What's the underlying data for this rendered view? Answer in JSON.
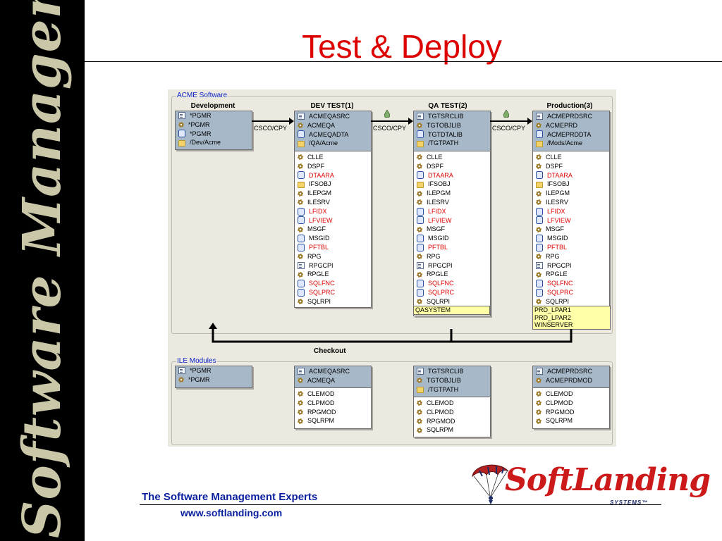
{
  "sidebar": {
    "vertical_text": "Software Management"
  },
  "slide": {
    "title": "Test & Deploy"
  },
  "acme": {
    "group_title": "ACME Software",
    "columns": [
      "Development",
      "DEV TEST(1)",
      "QA TEST(2)",
      "Production(3)"
    ],
    "development": {
      "items": [
        {
          "icon": "doc-icon",
          "label": "*PGMR"
        },
        {
          "icon": "gear-icon",
          "label": "*PGMR"
        },
        {
          "icon": "db-icon",
          "label": "*PGMR"
        },
        {
          "icon": "folder-icon",
          "label": "/Dev/Acme"
        }
      ]
    },
    "devtest": {
      "header": [
        {
          "icon": "doc-icon",
          "label": "ACMEQASRC"
        },
        {
          "icon": "gear-icon",
          "label": "ACMEQA"
        },
        {
          "icon": "db-icon",
          "label": "ACMEQADTA"
        },
        {
          "icon": "folder-icon",
          "label": "/QA/Acme"
        }
      ],
      "types": [
        {
          "icon": "gear-icon",
          "label": "CLLE",
          "red": false
        },
        {
          "icon": "gear-icon",
          "label": "DSPF",
          "red": false
        },
        {
          "icon": "db-icon",
          "label": "DTAARA",
          "red": true
        },
        {
          "icon": "folder-icon",
          "label": "IFSOBJ",
          "red": false
        },
        {
          "icon": "gear-icon",
          "label": "ILEPGM",
          "red": false
        },
        {
          "icon": "gear-icon",
          "label": "ILESRV",
          "red": false
        },
        {
          "icon": "db-icon",
          "label": "LFIDX",
          "red": true
        },
        {
          "icon": "db-icon",
          "label": "LFVIEW",
          "red": true
        },
        {
          "icon": "gear-icon",
          "label": "MSGF",
          "red": false
        },
        {
          "icon": "db-icon",
          "label": "MSGID",
          "red": false
        },
        {
          "icon": "db-icon",
          "label": "PFTBL",
          "red": true
        },
        {
          "icon": "gear-icon",
          "label": "RPG",
          "red": false
        },
        {
          "icon": "doc-icon",
          "label": "RPGCPI",
          "red": false
        },
        {
          "icon": "gear-icon",
          "label": "RPGLE",
          "red": false
        },
        {
          "icon": "db-icon",
          "label": "SQLFNC",
          "red": true
        },
        {
          "icon": "db-icon",
          "label": "SQLPRC",
          "red": true
        },
        {
          "icon": "gear-icon",
          "label": "SQLRPI",
          "red": false
        }
      ]
    },
    "qatest": {
      "header": [
        {
          "icon": "doc-icon",
          "label": "TGTSRCLIB"
        },
        {
          "icon": "gear-icon",
          "label": "TGTOBJLIB"
        },
        {
          "icon": "db-icon",
          "label": "TGTDTALIB"
        },
        {
          "icon": "folder-icon",
          "label": "/TGTPATH"
        }
      ],
      "types": [
        {
          "icon": "gear-icon",
          "label": "CLLE",
          "red": false
        },
        {
          "icon": "gear-icon",
          "label": "DSPF",
          "red": false
        },
        {
          "icon": "db-icon",
          "label": "DTAARA",
          "red": true
        },
        {
          "icon": "folder-icon",
          "label": "IFSOBJ",
          "red": false
        },
        {
          "icon": "gear-icon",
          "label": "ILEPGM",
          "red": false
        },
        {
          "icon": "gear-icon",
          "label": "ILESRV",
          "red": false
        },
        {
          "icon": "db-icon",
          "label": "LFIDX",
          "red": true
        },
        {
          "icon": "db-icon",
          "label": "LFVIEW",
          "red": true
        },
        {
          "icon": "gear-icon",
          "label": "MSGF",
          "red": false
        },
        {
          "icon": "db-icon",
          "label": "MSGID",
          "red": false
        },
        {
          "icon": "db-icon",
          "label": "PFTBL",
          "red": true
        },
        {
          "icon": "gear-icon",
          "label": "RPG",
          "red": false
        },
        {
          "icon": "doc-icon",
          "label": "RPGCPI",
          "red": false
        },
        {
          "icon": "gear-icon",
          "label": "RPGLE",
          "red": false
        },
        {
          "icon": "db-icon",
          "label": "SQLFNC",
          "red": true
        },
        {
          "icon": "db-icon",
          "label": "SQLPRC",
          "red": true
        },
        {
          "icon": "gear-icon",
          "label": "SQLRPI",
          "red": false
        }
      ],
      "system": [
        "QASYSTEM"
      ]
    },
    "production": {
      "header": [
        {
          "icon": "doc-icon",
          "label": "ACMEPRDSRC"
        },
        {
          "icon": "gear-icon",
          "label": "ACMEPRD"
        },
        {
          "icon": "db-icon",
          "label": "ACMEPRDDTA"
        },
        {
          "icon": "folder-icon",
          "label": "/Mods/Acme"
        }
      ],
      "types": [
        {
          "icon": "gear-icon",
          "label": "CLLE",
          "red": false
        },
        {
          "icon": "gear-icon",
          "label": "DSPF",
          "red": false
        },
        {
          "icon": "db-icon",
          "label": "DTAARA",
          "red": true
        },
        {
          "icon": "folder-icon",
          "label": "IFSOBJ",
          "red": false
        },
        {
          "icon": "gear-icon",
          "label": "ILEPGM",
          "red": false
        },
        {
          "icon": "gear-icon",
          "label": "ILESRV",
          "red": false
        },
        {
          "icon": "db-icon",
          "label": "LFIDX",
          "red": true
        },
        {
          "icon": "db-icon",
          "label": "LFVIEW",
          "red": true
        },
        {
          "icon": "gear-icon",
          "label": "MSGF",
          "red": false
        },
        {
          "icon": "db-icon",
          "label": "MSGID",
          "red": false
        },
        {
          "icon": "db-icon",
          "label": "PFTBL",
          "red": true
        },
        {
          "icon": "gear-icon",
          "label": "RPG",
          "red": false
        },
        {
          "icon": "doc-icon",
          "label": "RPGCPI",
          "red": false
        },
        {
          "icon": "gear-icon",
          "label": "RPGLE",
          "red": false
        },
        {
          "icon": "db-icon",
          "label": "SQLFNC",
          "red": true
        },
        {
          "icon": "db-icon",
          "label": "SQLPRC",
          "red": true
        },
        {
          "icon": "gear-icon",
          "label": "SQLRPI",
          "red": false
        }
      ],
      "system": [
        "PRD_LPAR1",
        "PRD_LPAR2",
        "WINSERVER"
      ]
    },
    "arrow_label": "CSCO/CPY",
    "checkout_label": "Checkout"
  },
  "ile": {
    "group_title": "ILE Modules",
    "development": [
      {
        "icon": "doc-icon",
        "label": "*PGMR"
      },
      {
        "icon": "gear-icon",
        "label": "*PGMR"
      }
    ],
    "devtest": {
      "header": [
        {
          "icon": "doc-icon",
          "label": "ACMEQASRC"
        },
        {
          "icon": "gear-icon",
          "label": "ACMEQA"
        }
      ],
      "types": [
        {
          "icon": "gear-icon",
          "label": "CLEMOD"
        },
        {
          "icon": "gear-icon",
          "label": "CLPMOD"
        },
        {
          "icon": "gear-icon",
          "label": "RPGMOD"
        },
        {
          "icon": "gear-icon",
          "label": "SQLRPM"
        }
      ]
    },
    "qatest": {
      "header": [
        {
          "icon": "doc-icon",
          "label": "TGTSRCLIB"
        },
        {
          "icon": "gear-icon",
          "label": "TGTOBJLIB"
        },
        {
          "icon": "folder-icon",
          "label": "/TGTPATH"
        }
      ],
      "types": [
        {
          "icon": "gear-icon",
          "label": "CLEMOD"
        },
        {
          "icon": "gear-icon",
          "label": "CLPMOD"
        },
        {
          "icon": "gear-icon",
          "label": "RPGMOD"
        },
        {
          "icon": "gear-icon",
          "label": "SQLRPM"
        }
      ]
    },
    "production": {
      "header": [
        {
          "icon": "doc-icon",
          "label": "ACMEPRDSRC"
        },
        {
          "icon": "gear-icon",
          "label": "ACMEPRDMOD"
        }
      ],
      "types": [
        {
          "icon": "gear-icon",
          "label": "CLEMOD"
        },
        {
          "icon": "gear-icon",
          "label": "CLPMOD"
        },
        {
          "icon": "gear-icon",
          "label": "RPGMOD"
        },
        {
          "icon": "gear-icon",
          "label": "SQLRPM"
        }
      ]
    }
  },
  "footer": {
    "tagline": "The Software Management Experts",
    "url": "www.softlanding.com"
  },
  "logo": {
    "brand": "SoftLanding",
    "sub": "SYSTEMS™"
  },
  "colors": {
    "title": "#dd0000",
    "footer_text": "#0a1f9e",
    "group_title": "#0a24c8",
    "header_fill": "#a7b8c9",
    "system_fill": "#ffffa8",
    "logo_red": "#cc1a1a"
  }
}
